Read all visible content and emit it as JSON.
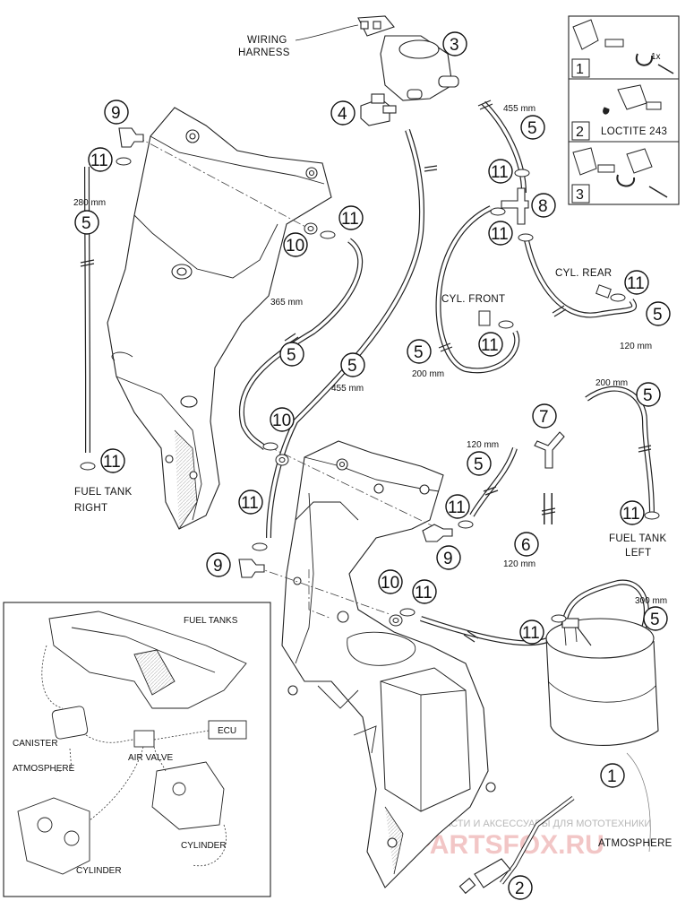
{
  "callouts": {
    "c1": "1",
    "c2": "2",
    "c3": "3",
    "c4": "4",
    "c5": "5",
    "c6": "6",
    "c7": "7",
    "c8": "8",
    "c9": "9",
    "c10": "10",
    "c11": "11"
  },
  "labels": {
    "wiring_harness_line1": "WIRING",
    "wiring_harness_line2": "HARNESS",
    "fuel_tank_right_line1": "FUEL TANK",
    "fuel_tank_right_line2": "RIGHT",
    "fuel_tank_left_line1": "FUEL TANK",
    "fuel_tank_left_line2": "LEFT",
    "cyl_front": "CYL. FRONT",
    "cyl_rear": "CYL. REAR",
    "atmosphere": "ATMOSPHERE"
  },
  "lengths": {
    "l280": "280 mm",
    "l365": "365 mm",
    "l455_top": "455 mm",
    "l455_mid": "455 mm",
    "l200_front": "200 mm",
    "l120_rear": "120 mm",
    "l200_left": "200 mm",
    "l120_mid": "120 mm",
    "l120_hose6": "120 mm",
    "l300": "300 mm"
  },
  "legend_box": {
    "step1": "1",
    "step1_note": "1x",
    "step2": "2",
    "step2_note": "LOCTITE 243",
    "step3": "3"
  },
  "inset": {
    "fuel_tanks": "FUEL TANKS",
    "canister": "CANISTER",
    "atmosphere": "ATMOSPHERE",
    "air_valve": "AIR VALVE",
    "ecu": "ECU",
    "cylinder_left": "CYLINDER",
    "cylinder_right": "CYLINDER"
  },
  "watermark": {
    "tagline": "ЗАПЧАСТИ И АКСЕССУАРЫ ДЛЯ МОТОТЕХНИКИ",
    "brand": "PARTSFOX.RU"
  }
}
